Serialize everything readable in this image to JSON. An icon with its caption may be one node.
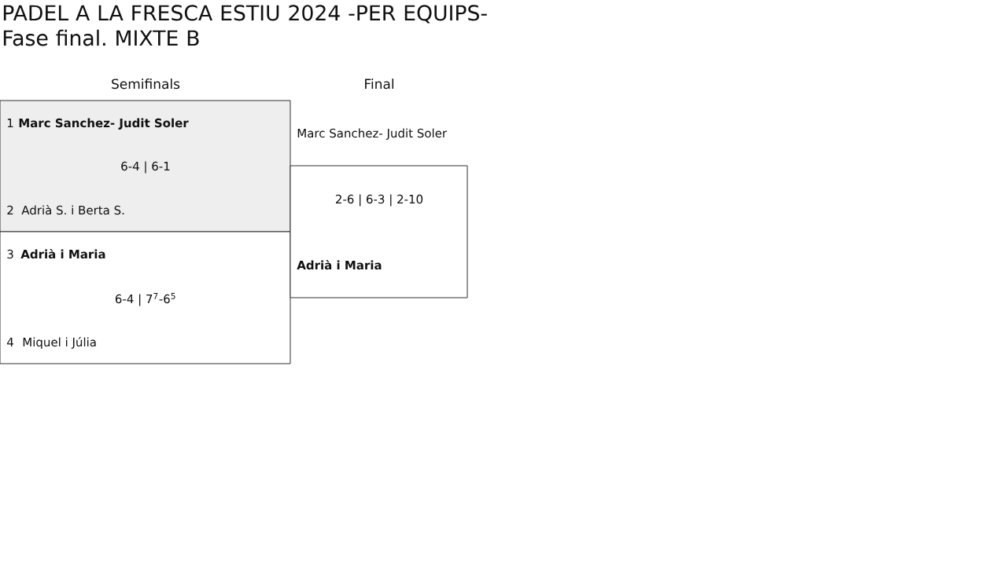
{
  "diagram": {
    "title": "PADEL A LA FRESCA ESTIU 2024 -PER EQUIPS- Fase final. MIXTE B",
    "nodes": [
      {
        "text": [
          "1",
          "Marc Sanchez- Judit Soler",
          "6-4 | 6-1",
          "2",
          "Adrià S. i Berta S."
        ]
      },
      {
        "text": [
          "3",
          "Adrià i Maria",
          "6-4 | 7$^{7}$-6$^{5}$",
          "4",
          "Miquel i Júlia"
        ]
      },
      {
        "text": [
          "Marc Sanchez- Judit Soler",
          "2-6 | 6-3 | 2-10",
          "Adrià i Maria"
        ]
      }
    ],
    "labels": [
      "Semifinals",
      "Final"
    ]
  }
}
